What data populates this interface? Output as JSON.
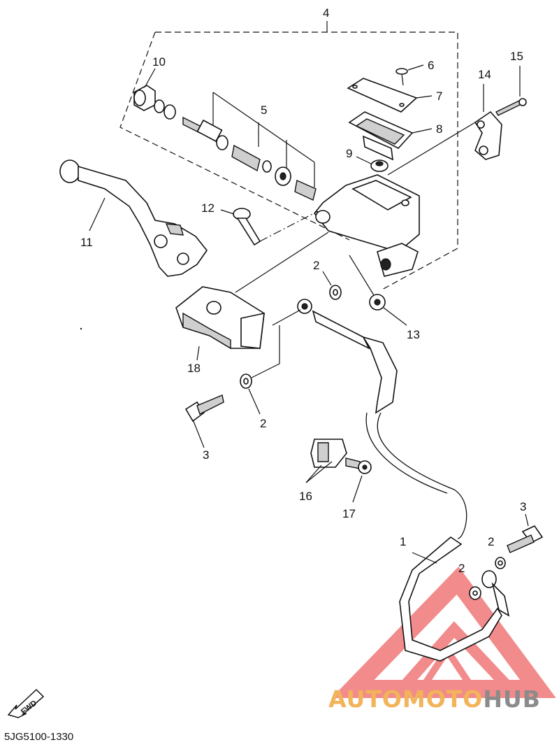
{
  "diagram": {
    "catalog_code": "5JG5100-1330",
    "fwd_label": "FWD",
    "watermark": {
      "part1": "AUTOMOTO",
      "part2": "HUB",
      "color_main": "#f2b35a",
      "color_hub": "#8b8b8b",
      "logo_color": "#ef6f6f"
    },
    "callouts": {
      "c1": "1",
      "c2a": "2",
      "c2b": "2",
      "c2c": "2",
      "c2d": "2",
      "c3a": "3",
      "c3b": "3",
      "c4": "4",
      "c5": "5",
      "c6": "6",
      "c7": "7",
      "c8": "8",
      "c9": "9",
      "c10": "10",
      "c11": "11",
      "c12": "12",
      "c13": "13",
      "c14": "14",
      "c15": "15",
      "c16": "16",
      "c17": "17",
      "c18": "18"
    }
  }
}
